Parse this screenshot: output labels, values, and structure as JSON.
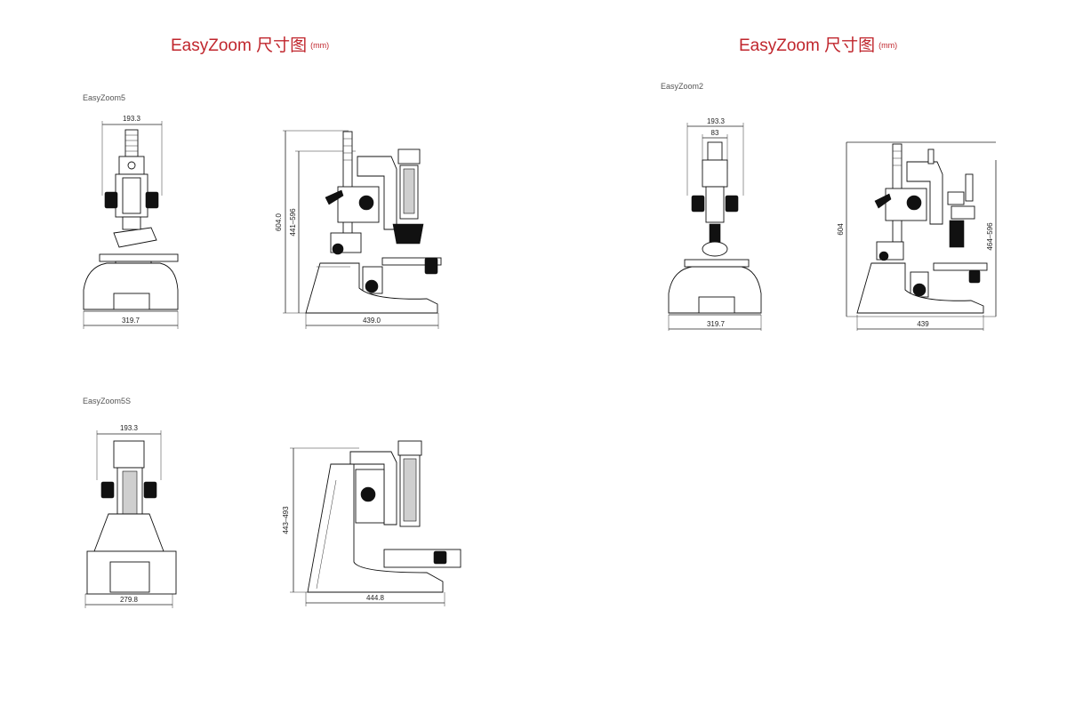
{
  "titles": {
    "left": {
      "text": "EasyZoom 尺寸图",
      "unit": "(mm)"
    },
    "right": {
      "text": "EasyZoom 尺寸图",
      "unit": "(mm)"
    }
  },
  "models": {
    "ez5": {
      "name": "EasyZoom5",
      "front": {
        "top_width": "193.3",
        "base_width": "319.7"
      },
      "side": {
        "total_height": "604.0",
        "adj_height": "441–596",
        "depth": "439.0"
      }
    },
    "ez5s": {
      "name": "EasyZoom5S",
      "front": {
        "top_width": "193.3",
        "base_width": "279.8"
      },
      "side": {
        "adj_height": "443–493",
        "depth": "444.8"
      }
    },
    "ez2": {
      "name": "EasyZoom2",
      "front": {
        "top_width": "193.3",
        "inner_width": "83",
        "base_width": "319.7"
      },
      "side": {
        "total_height": "604",
        "adj_height": "464–596",
        "depth": "439"
      }
    }
  },
  "colors": {
    "title": "#c0262d",
    "line": "#111111"
  }
}
